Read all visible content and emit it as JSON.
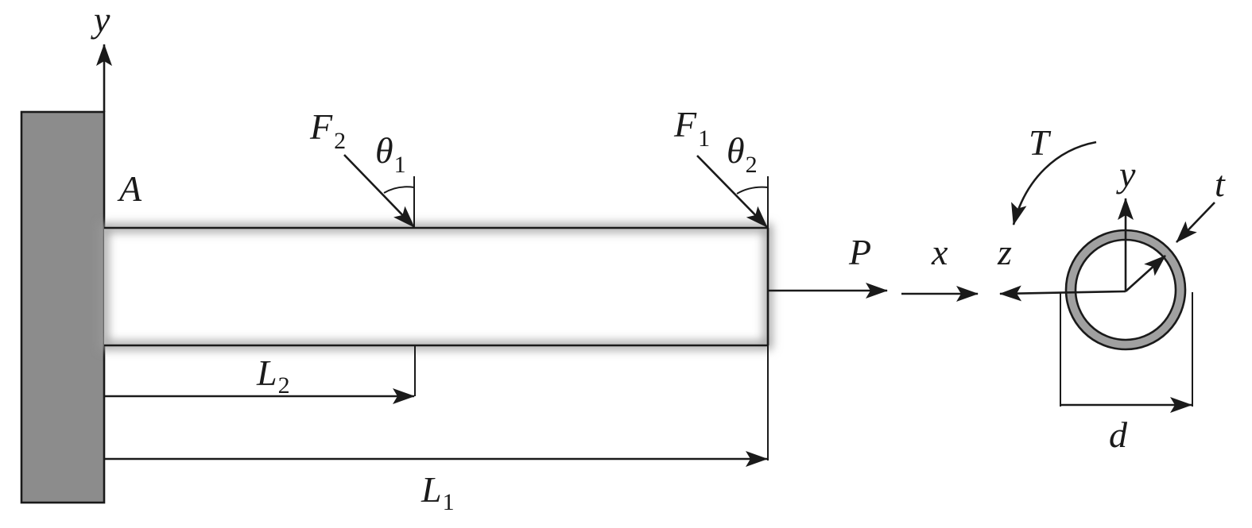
{
  "labels": {
    "y_axis_main": "y",
    "point_a": "A",
    "force_2": {
      "symbol": "F",
      "subscript": "2"
    },
    "angle_1": {
      "symbol": "θ",
      "subscript": "1"
    },
    "force_1": {
      "symbol": "F",
      "subscript": "1"
    },
    "angle_2": {
      "symbol": "θ",
      "subscript": "2"
    },
    "length_2": {
      "symbol": "L",
      "subscript": "2"
    },
    "length_1": {
      "symbol": "L",
      "subscript": "1"
    },
    "axial_load": "P",
    "x_axis": "x",
    "torque": "T",
    "section_y_axis": "y",
    "section_z_axis": "z",
    "wall_thickness": "t",
    "diameter": "d"
  },
  "colors": {
    "wall": "#8c8c8c",
    "tube_ring": "#a0a0a0",
    "line": "#1a1a1a",
    "beam_glow": "#9a9a9a"
  }
}
